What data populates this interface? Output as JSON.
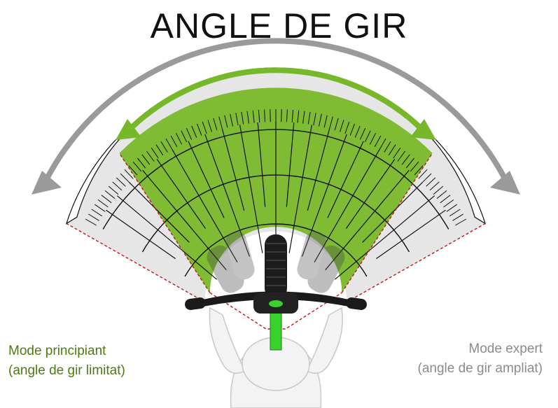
{
  "title": "ANGLE DE GIR",
  "beginner_mode": {
    "name": "Mode principiant",
    "detail": "(angle de gir limitat)",
    "color": "#4e7a12"
  },
  "expert_mode": {
    "name": "Mode expert",
    "detail": "(angle de gir ampliat)",
    "color": "#8c8c8c"
  },
  "colors": {
    "green_sector": "#7fbc34",
    "green_arrow": "#76b82a",
    "gray_sector": "#e7e6e7",
    "gray_arrow": "#9a9a9a",
    "boundary": "#c0181e",
    "accent_green": "#39d22c"
  },
  "icons": [
    "bike-handlebar-icon",
    "rider-figure-icon"
  ]
}
